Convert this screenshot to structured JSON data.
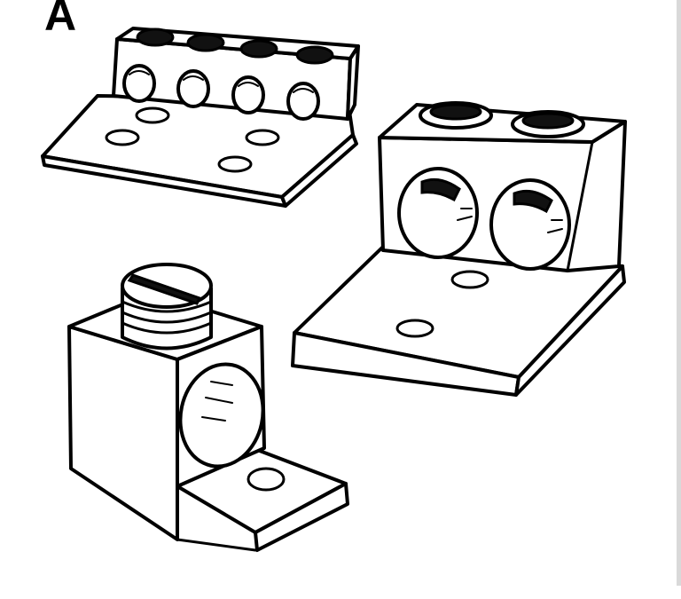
{
  "figure": {
    "panel_label": "A",
    "items": [
      {
        "name": "four-port-lug",
        "ports": 4,
        "mount_holes": 4
      },
      {
        "name": "two-port-lug",
        "ports": 2,
        "mount_holes": 2
      },
      {
        "name": "single-port-lug",
        "ports": 1,
        "mount_holes": 1
      }
    ]
  }
}
